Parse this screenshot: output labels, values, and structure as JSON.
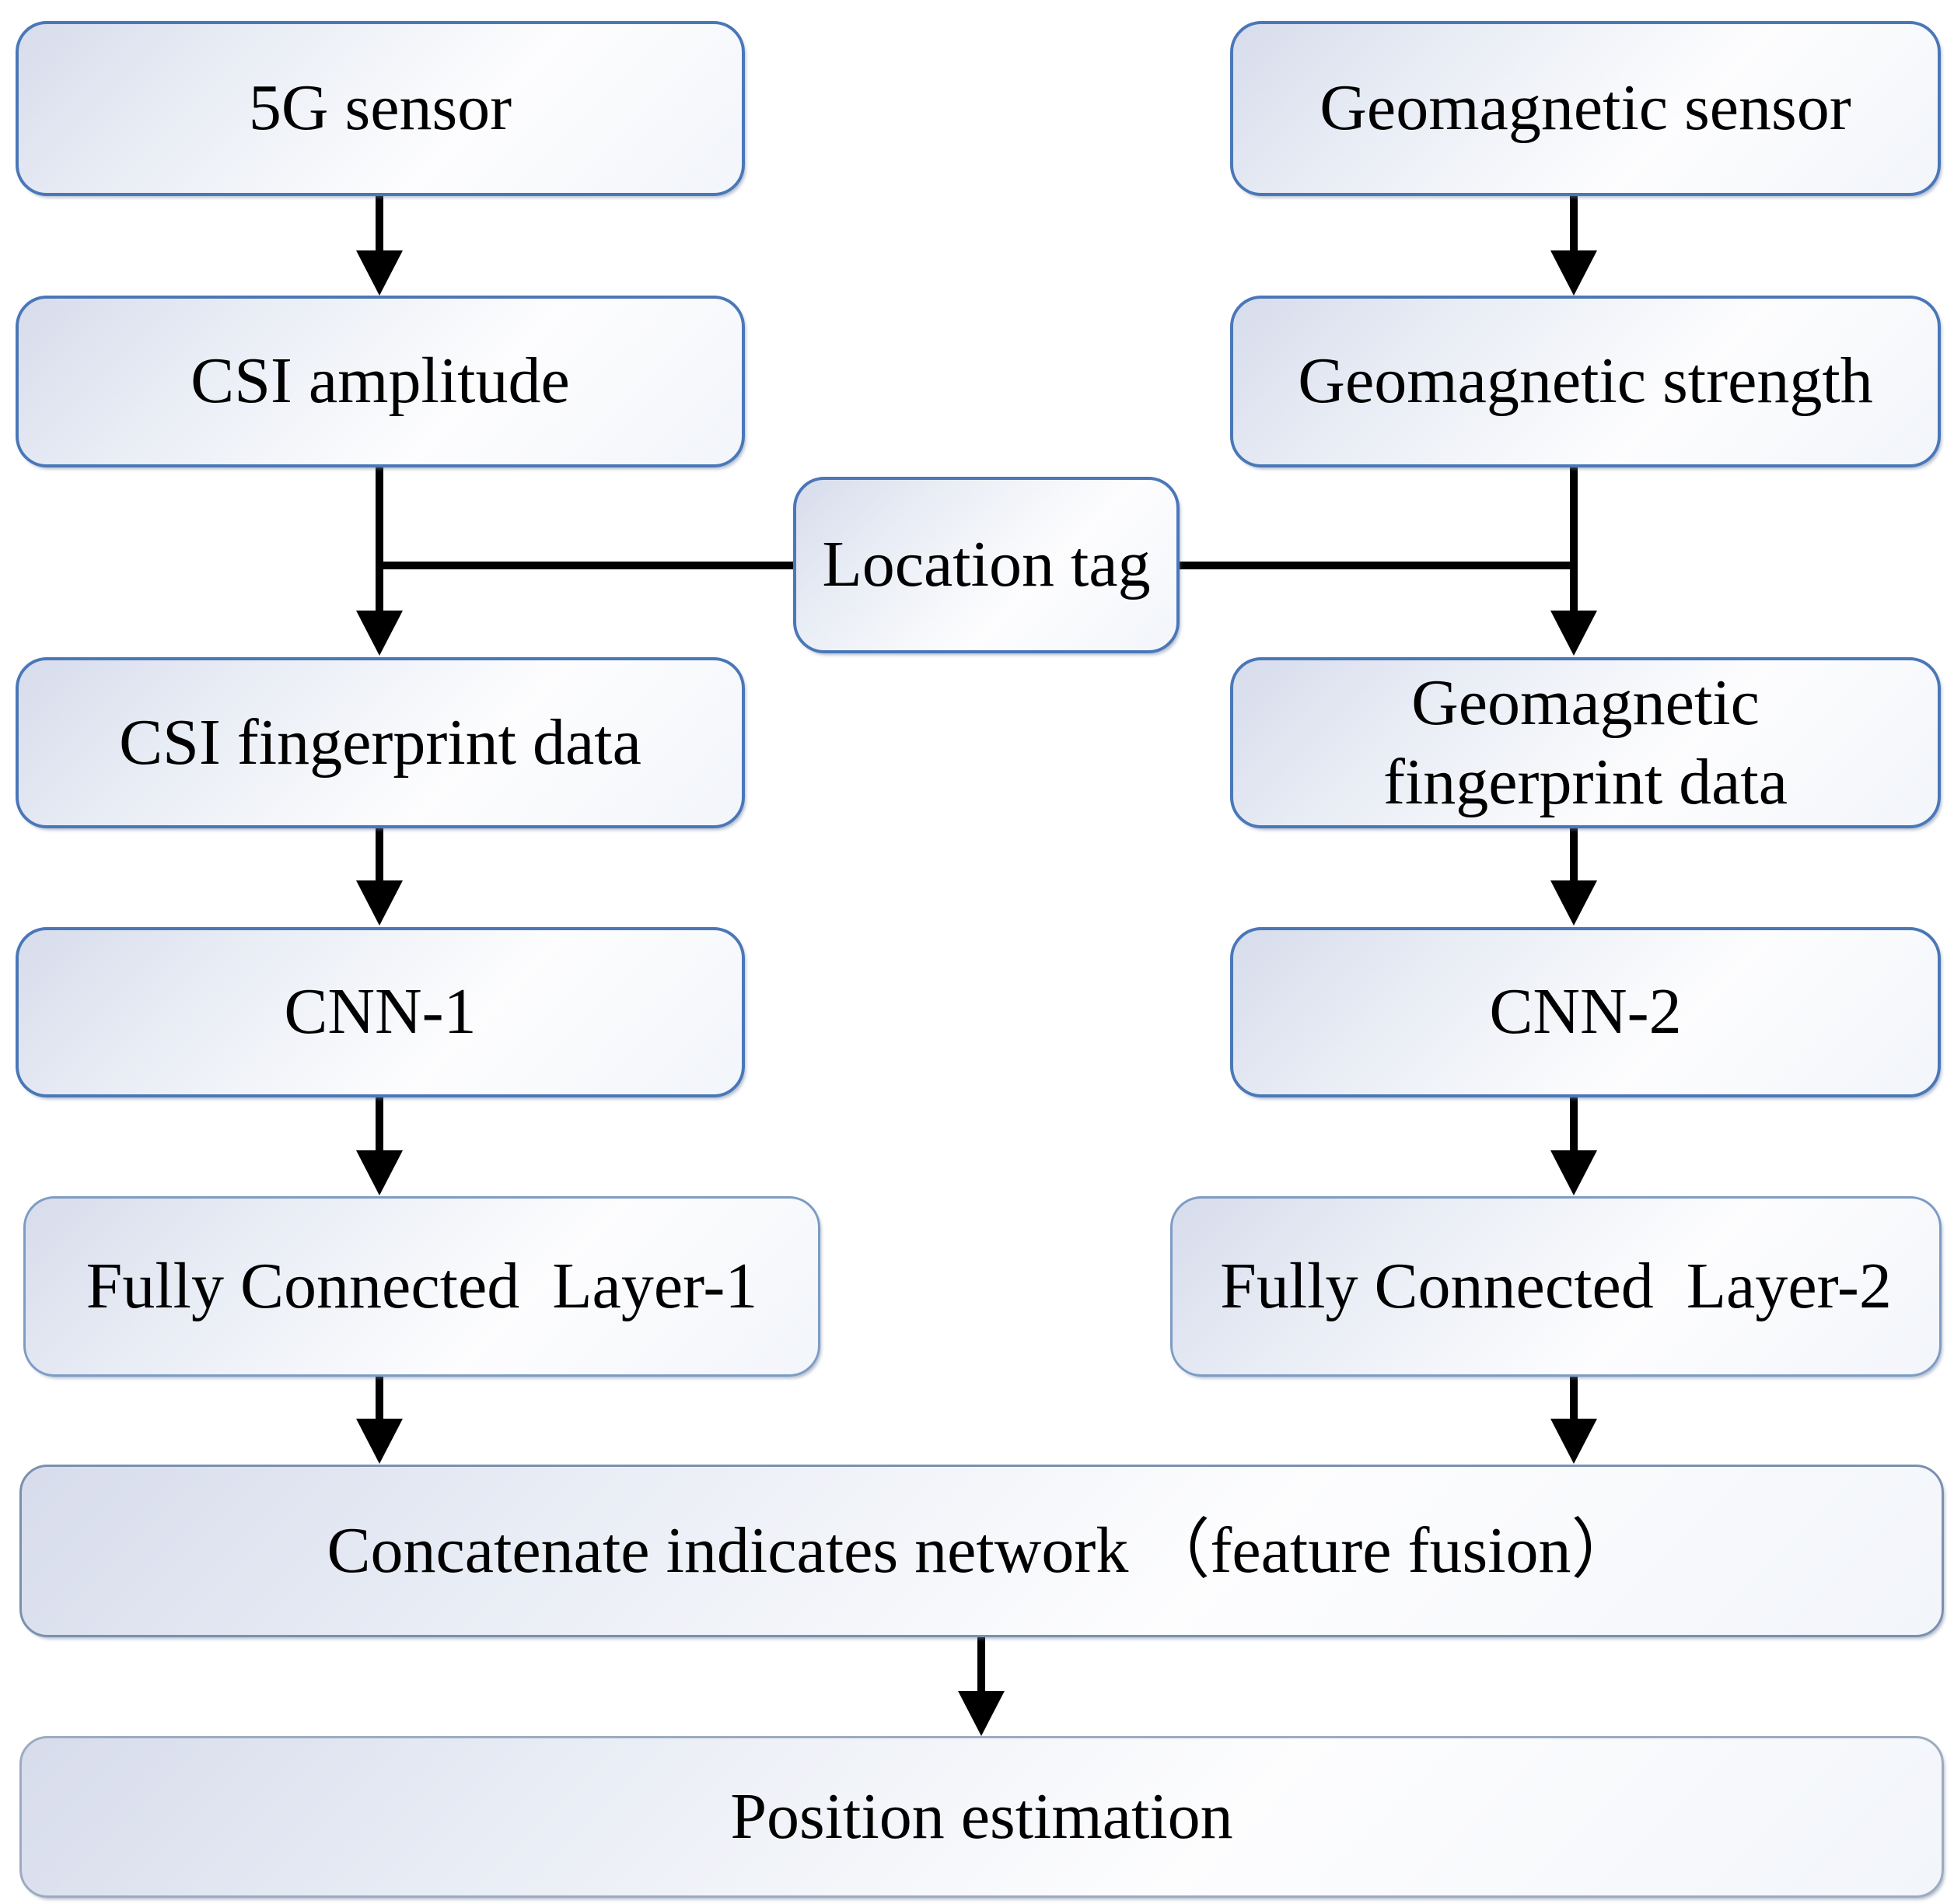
{
  "figure": {
    "type": "flowchart",
    "description": "Dual-branch CNN fingerprint positioning flow: 5G CSI branch and geomagnetic branch fused for position estimation",
    "background": "#ffffff"
  },
  "colors": {
    "box_border_primary": "#4a77b8",
    "box_border_fc": "#7d9cc4",
    "box_border_concat": "#7b90ae",
    "box_border_position": "#9dabc0",
    "box_fill_start": "#d7dcec",
    "box_fill_end": "#fdfdfe",
    "arrow": "#000000",
    "text": "#000000"
  },
  "nodes": {
    "sensor_5g": {
      "label": "5G sensor"
    },
    "geo_sensor": {
      "label": "Geomagnetic sensor"
    },
    "csi_amplitude": {
      "label": "CSI amplitude"
    },
    "geo_strength": {
      "label": "Geomagnetic strength"
    },
    "location_tag": {
      "label": "Location tag"
    },
    "csi_fingerprint": {
      "label": "CSI fingerprint data"
    },
    "geo_fingerprint": {
      "label": "Geomagnetic\nfingerprint data"
    },
    "cnn1": {
      "label": "CNN-1"
    },
    "cnn2": {
      "label": "CNN-2"
    },
    "fc1": {
      "label": "Fully Connected  Layer-1"
    },
    "fc2": {
      "label": "Fully Connected  Layer-2"
    },
    "concatenate": {
      "label": "Concatenate indicates network （feature fusion）"
    },
    "position": {
      "label": "Position estimation"
    }
  },
  "edges": [
    {
      "from": "sensor_5g",
      "to": "csi_amplitude"
    },
    {
      "from": "geo_sensor",
      "to": "geo_strength"
    },
    {
      "from": "csi_amplitude",
      "to": "csi_fingerprint"
    },
    {
      "from": "geo_strength",
      "to": "geo_fingerprint"
    },
    {
      "from": "location_tag",
      "to": "csi_fingerprint"
    },
    {
      "from": "location_tag",
      "to": "geo_fingerprint"
    },
    {
      "from": "csi_fingerprint",
      "to": "cnn1"
    },
    {
      "from": "geo_fingerprint",
      "to": "cnn2"
    },
    {
      "from": "cnn1",
      "to": "fc1"
    },
    {
      "from": "cnn2",
      "to": "fc2"
    },
    {
      "from": "fc1",
      "to": "concatenate"
    },
    {
      "from": "fc2",
      "to": "concatenate"
    },
    {
      "from": "concatenate",
      "to": "position"
    }
  ]
}
